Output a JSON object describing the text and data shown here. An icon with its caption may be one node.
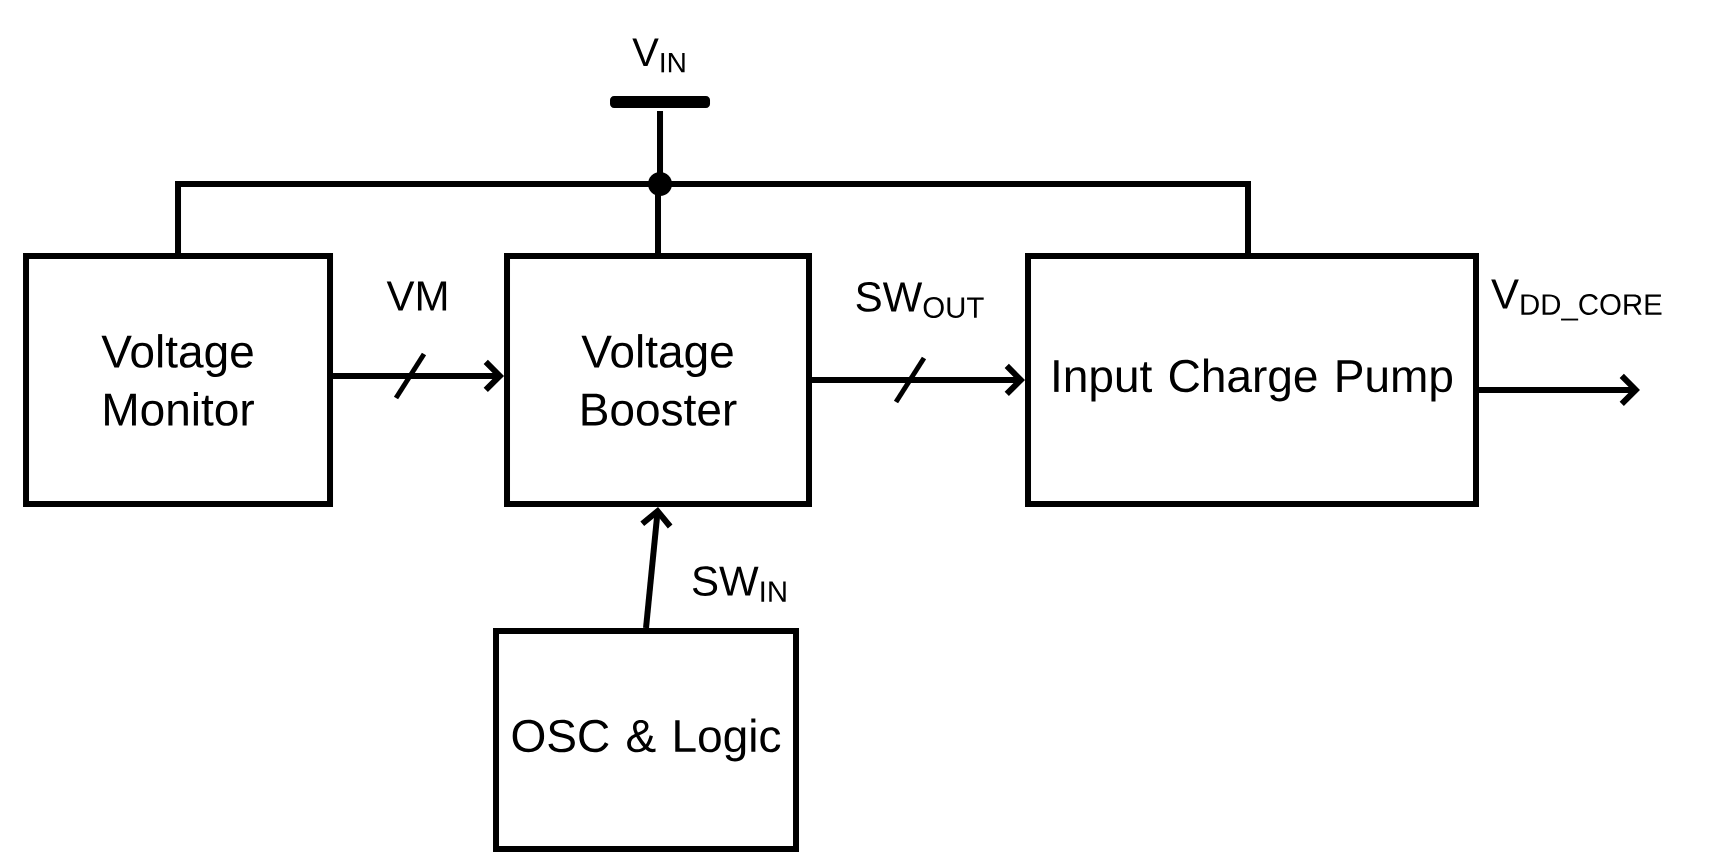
{
  "diagram": {
    "nodes": [
      {
        "text": [],
        "shape": "bar",
        "beside": [
          "V$_{IN}$"
        ]
      },
      {
        "text": [
          "Voltage Monitor"
        ]
      },
      {
        "text": [
          "Voltage Booster"
        ]
      },
      {
        "text": [
          "Input Charge Pump"
        ]
      },
      {
        "text": [
          "OSC & Logic"
        ]
      }
    ],
    "edges": [
      {
        "from": 0,
        "to": 1,
        "arrow": "none"
      },
      {
        "from": 0,
        "to": 2,
        "arrow": "none"
      },
      {
        "from": 0,
        "to": 3,
        "arrow": "none"
      },
      {
        "from": 1,
        "to": 2,
        "arrow": "to",
        "label": "VM"
      },
      {
        "from": 2,
        "to": 3,
        "arrow": "to",
        "label": "SW$_{OUT}$"
      },
      {
        "from": 4,
        "to": 2,
        "arrow": "to",
        "label": "SW$_{IN}$"
      },
      {
        "from": 3,
        "to": null,
        "arrow": "to",
        "label": "V$_{DD_CORE}$"
      }
    ]
  }
}
